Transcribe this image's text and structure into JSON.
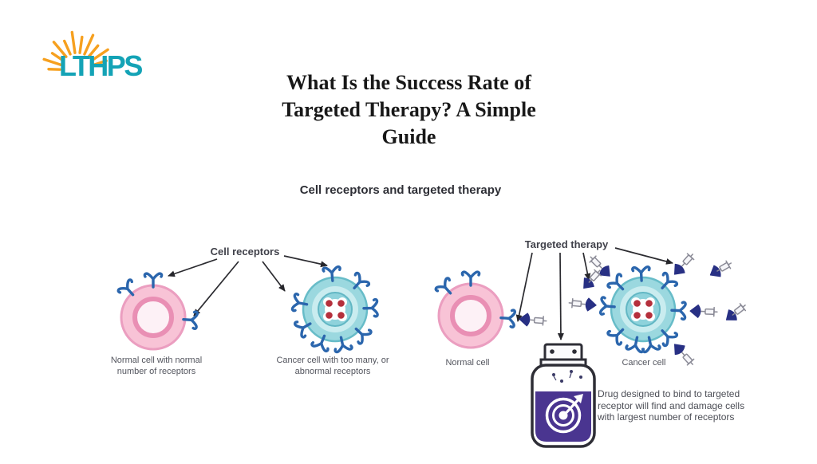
{
  "logo": {
    "text": "LTHPS"
  },
  "title": "What Is the Success Rate of Targeted Therapy? A Simple Guide",
  "diagram": {
    "heading": "Cell receptors and targeted therapy",
    "cell_receptors_label": "Cell receptors",
    "targeted_therapy_label": "Targeted therapy",
    "captions": {
      "normal_left": "Normal cell with normal number of receptors",
      "cancer_left": "Cancer cell with too many, or abnormal receptors",
      "normal_right": "Normal cell",
      "cancer_right": "Cancer cell",
      "drug": "Drug designed to bind to targeted receptor will find and damage cells with largest number of receptors"
    }
  },
  "colors": {
    "logo_teal": "#14a3b6",
    "logo_orange": "#f6a01f",
    "cell_pink": "#f8c3d6",
    "cell_teal": "#9bd8df",
    "receptor_blue": "#2b66ad",
    "drug_navy": "#283084",
    "bottle_purple": "#4a3590",
    "nucleus_red": "#b5303c"
  }
}
